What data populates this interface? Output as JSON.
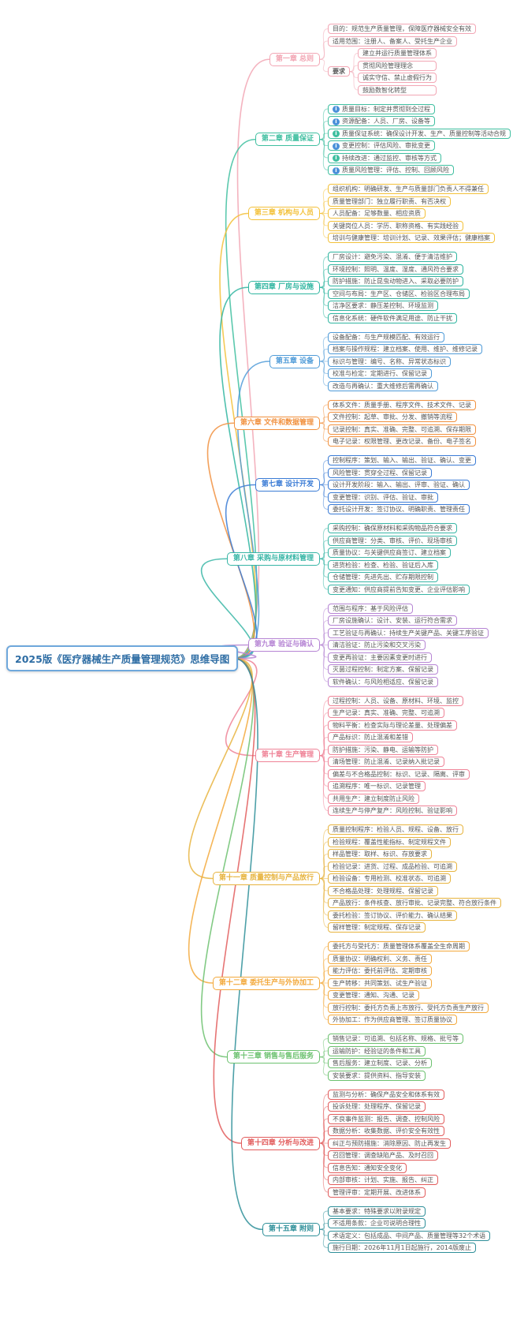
{
  "central": {
    "title": "2025版《医疗器械生产质量管理规范》思维导图",
    "border_color": "#6fa8dc",
    "text_color": "#2e6da4"
  },
  "chapters": [
    {
      "label": "第一章 总则",
      "color": "#f2a6b4",
      "items": [
        {
          "text": "目的：规范生产质量管理，保障医疗器械安全有效"
        },
        {
          "text": "适用范围：注册人、备案人、受托生产企业"
        },
        {
          "group": "要求",
          "children": [
            "建立并运行质量管理体系",
            "贯彻风险管理理念",
            "诚实守信、禁止虚假行为",
            "鼓励数智化转型"
          ]
        }
      ]
    },
    {
      "label": "第二章 质量保证",
      "color": "#3fbfa0",
      "items": [
        {
          "text": "质量目标：制定并贯彻到全过程",
          "badge": "i",
          "badge_color": "#4a90d9"
        },
        {
          "text": "资源配备：人员、厂房、设备等",
          "badge": "i",
          "badge_color": "#4a90d9"
        },
        {
          "text": "质量保证系统：确保设计开发、生产、质量控制等活动合规",
          "badge": "i",
          "badge_color": "#3fbfa0"
        },
        {
          "text": "变更控制：评估风险、审批变更",
          "badge": "i",
          "badge_color": "#4a90d9"
        },
        {
          "text": "持续改进：通过监控、审核等方式",
          "badge": "i",
          "badge_color": "#3fbfa0"
        },
        {
          "text": "质量风险管理：评估、控制、回顾风险",
          "badge": "i",
          "badge_color": "#4a90d9"
        }
      ]
    },
    {
      "label": "第三章 机构与人员",
      "color": "#f3c13a",
      "items": [
        {
          "text": "组织机构：明确研发、生产与质量部门负责人不得兼任"
        },
        {
          "text": "质量管理部门：独立履行职责、有否决权"
        },
        {
          "text": "人员配备：足够数量、相应资质"
        },
        {
          "text": "关键岗位人员：学历、职称资格、有实践经验"
        },
        {
          "text": "培训与健康管理：培训计划、记录、效果评估；健康档案"
        }
      ]
    },
    {
      "label": "第四章 厂房与设施",
      "color": "#2fb5a0",
      "items": [
        {
          "text": "厂房设计：避免污染、混淆、便于清洁维护"
        },
        {
          "text": "环境控制：照明、温度、湿度、通风符合要求"
        },
        {
          "text": "防护措施：防止昆虫动物进入、采取必要防护"
        },
        {
          "text": "空间与布局：生产区、仓储区、检验区合理布局"
        },
        {
          "text": "洁净区要求：静压差控制、环境监测"
        },
        {
          "text": "信息化系统：硬件软件满足用途、防止干扰"
        }
      ]
    },
    {
      "label": "第五章 设备",
      "color": "#4f9bd8",
      "items": [
        {
          "text": "设备配备：与生产规模匹配、有效运行"
        },
        {
          "text": "档案与操作规程：建立档案、使用、维护、维修记录"
        },
        {
          "text": "标识与管理：编号、名称、异常状态标识"
        },
        {
          "text": "校准与检定：定期进行、保留记录"
        },
        {
          "text": "改造与再确认：重大维修后需再确认"
        }
      ]
    },
    {
      "label": "第六章 文件和数据管理",
      "color": "#f1913f",
      "items": [
        {
          "text": "体系文件：质量手册、程序文件、技术文件、记录"
        },
        {
          "text": "文件控制：起草、审批、分发、撤销等流程"
        },
        {
          "text": "记录控制：真实、准确、完整、可追溯、保存期限"
        },
        {
          "text": "电子记录：权限管理、更改记录、备份、电子签名"
        }
      ]
    },
    {
      "label": "第七章 设计开发",
      "color": "#3a7bd5",
      "items": [
        {
          "text": "控制程序：策划、输入、输出、验证、确认、变更"
        },
        {
          "text": "风险管理：贯穿全过程、保留记录"
        },
        {
          "text": "设计开发阶段：输入、输出、评审、验证、确认"
        },
        {
          "text": "变更管理：识别、评估、验证、审批"
        },
        {
          "text": "委托设计开发：签订协议、明确职责、管理责任"
        }
      ]
    },
    {
      "label": "第八章 采购与原材料管理",
      "color": "#38b6a6",
      "items": [
        {
          "text": "采购控制：确保原材料和采购物品符合要求"
        },
        {
          "text": "供应商管理：分类、审核、评价、现场审核"
        },
        {
          "text": "质量协议：与关键供应商签订、建立档案"
        },
        {
          "text": "进货检验：检查、检验、验证后入库"
        },
        {
          "text": "仓储管理：先进先出、贮存期限控制"
        },
        {
          "text": "变更通知：供应商提前告知变更、企业评估影响"
        }
      ]
    },
    {
      "label": "第九章 验证与确认",
      "color": "#b685d4",
      "items": [
        {
          "text": "范围与程序：基于风险评估"
        },
        {
          "text": "厂房设施确认：设计、安装、运行符合需求"
        },
        {
          "text": "工艺验证与再确认：持续生产关键产品、关键工序验证"
        },
        {
          "text": "清洁验证：防止污染和交叉污染"
        },
        {
          "text": "变更再验证：主要因素变更时进行"
        },
        {
          "text": "灭菌过程控制：制定方案、保留记录"
        },
        {
          "text": "软件确认：与风险相适应、保留记录"
        }
      ]
    },
    {
      "label": "第十章 生产管理",
      "color": "#ef8397",
      "items": [
        {
          "text": "过程控制：人员、设备、原材料、环境、监控"
        },
        {
          "text": "生产记录：真实、准确、完整、可追溯"
        },
        {
          "text": "物料平衡：检查实际与理论差量、处理偏差"
        },
        {
          "text": "产品标识：防止混淆和差错"
        },
        {
          "text": "防护措施：污染、静电、运输等防护"
        },
        {
          "text": "清场管理：防止混淆、记录纳入批记录"
        },
        {
          "text": "偏差与不合格品控制：标识、记录、隔离、评审"
        },
        {
          "text": "追溯程序：唯一标识、记录管理"
        },
        {
          "text": "共用生产：建立制度防止风险"
        },
        {
          "text": "连续生产与停产复产：风险控制、验证影响"
        }
      ]
    },
    {
      "label": "第十一章 质量控制与产品放行",
      "color": "#e7b43f",
      "items": [
        {
          "text": "质量控制程序：检验人员、规程、设备、放行"
        },
        {
          "text": "检验规程：覆盖性能指标、制定规程文件"
        },
        {
          "text": "样品管理：取样、标识、存放要求"
        },
        {
          "text": "检验记录：进货、过程、成品检验、可追溯"
        },
        {
          "text": "检验设备：专用检测、校准状态、可追溯"
        },
        {
          "text": "不合格品处理：处理规程、保留记录"
        },
        {
          "text": "产品放行：条件核查、放行审批、记录完整、符合放行条件"
        },
        {
          "text": "委托检验：签订协议、评价能力、确认结果"
        },
        {
          "text": "留样管理：制定规程、保存记录"
        }
      ]
    },
    {
      "label": "第十二章 委托生产与外协加工",
      "color": "#f3a93c",
      "items": [
        {
          "text": "委托方与受托方：质量管理体系覆盖全生命周期"
        },
        {
          "text": "质量协议：明确权利、义务、责任"
        },
        {
          "text": "能力评估：委托前评估、定期审核"
        },
        {
          "text": "生产转移：共同策划、试生产验证"
        },
        {
          "text": "变更管理：通知、沟通、记录"
        },
        {
          "text": "放行控制：委托方负责上市放行、受托方负责生产放行"
        },
        {
          "text": "外协加工：作为供应商管理、签订质量协议"
        }
      ]
    },
    {
      "label": "第十三章 销售与售后服务",
      "color": "#6cc16f",
      "items": [
        {
          "text": "销售记录：可追溯、包括名称、规格、批号等"
        },
        {
          "text": "运输防护：经验证的条件和工具"
        },
        {
          "text": "售后服务：建立制度、记录、分析"
        },
        {
          "text": "安装要求：提供资料、指导安装"
        }
      ]
    },
    {
      "label": "第十四章 分析与改进",
      "color": "#e25c5c",
      "items": [
        {
          "text": "监测与分析：确保产品安全和体系有效"
        },
        {
          "text": "投诉处理：处理程序、保留记录"
        },
        {
          "text": "不良事件监测：报告、调查、控制风险"
        },
        {
          "text": "数据分析：收集数据、评价安全有效性"
        },
        {
          "text": "纠正与预防措施：消除原因、防止再发生"
        },
        {
          "text": "召回管理：调查缺陷产品、及时召回"
        },
        {
          "text": "信息告知：通知安全变化"
        },
        {
          "text": "内部审核：计划、实施、报告、纠正"
        },
        {
          "text": "管理评审：定期开展、改进体系"
        }
      ]
    },
    {
      "label": "第十五章 附则",
      "color": "#2e8f99",
      "items": [
        {
          "text": "基本要求：特殊要求以附录规定"
        },
        {
          "text": "不适用条款：企业可说明合理性"
        },
        {
          "text": "术语定义：包括成品、中间产品、质量管理等32个术语"
        },
        {
          "text": "施行日期：2026年11月1日起施行，2014版废止"
        }
      ]
    }
  ]
}
